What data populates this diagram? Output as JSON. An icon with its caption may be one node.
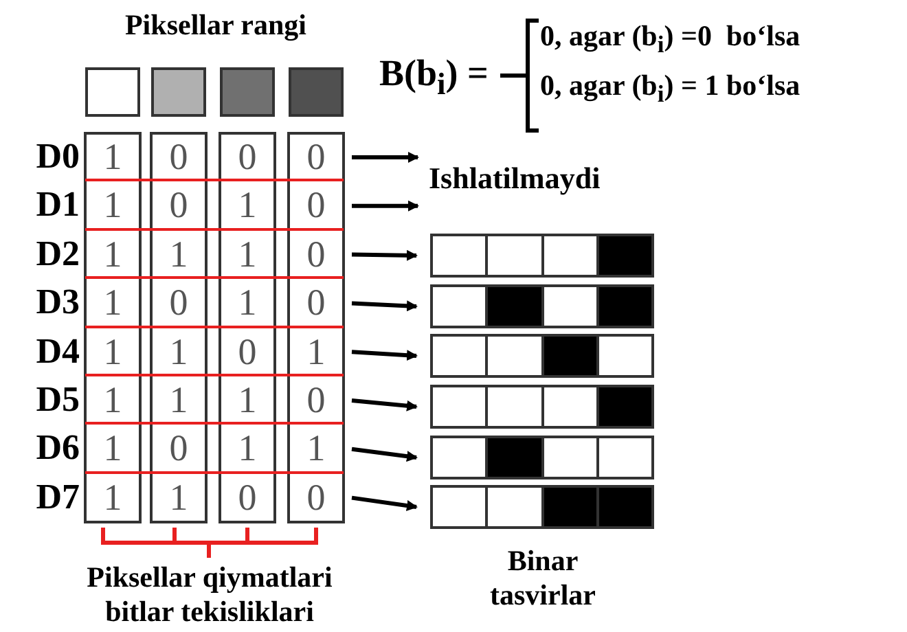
{
  "diagram": {
    "nodes": [
      {
        "text": [
          "1",
          "0",
          "0",
          "0"
        ],
        "beside": [
          "D0"
        ]
      },
      {
        "text": [
          "1",
          "0",
          "1",
          "0"
        ],
        "beside": [
          "D1"
        ]
      },
      {
        "text": [
          "1",
          "1",
          "1",
          "0"
        ],
        "beside": [
          "D2"
        ]
      },
      {
        "text": [
          "1",
          "0",
          "1",
          "0"
        ],
        "beside": [
          "D3"
        ]
      },
      {
        "text": [
          "1",
          "1",
          "0",
          "1"
        ],
        "beside": [
          "D4"
        ]
      },
      {
        "text": [
          "1",
          "1",
          "1",
          "0"
        ],
        "beside": [
          "D5"
        ]
      },
      {
        "text": [
          "1",
          "0",
          "1",
          "1"
        ],
        "beside": [
          "D6"
        ]
      },
      {
        "text": [
          "1",
          "1",
          "0",
          "0"
        ],
        "beside": [
          "D7"
        ]
      },
      {
        "text": [
          "Ishlatilmaydi"
        ]
      },
      {
        "text": [],
        "shape": "bar"
      },
      {
        "text": [],
        "shape": "bar"
      },
      {
        "text": [],
        "shape": "bar"
      },
      {
        "text": [],
        "shape": "bar"
      },
      {
        "text": [],
        "shape": "bar"
      },
      {
        "text": [],
        "shape": "bar"
      }
    ],
    "edges": [
      {
        "from": 0,
        "to": 8,
        "arrow": "to"
      },
      {
        "from": 1,
        "to": 8,
        "arrow": "to"
      },
      {
        "from": 2,
        "to": 9,
        "arrow": "to"
      },
      {
        "from": 3,
        "to": 10,
        "arrow": "to"
      },
      {
        "from": 4,
        "to": 11,
        "arrow": "to"
      },
      {
        "from": 5,
        "to": 12,
        "arrow": "to"
      },
      {
        "from": 6,
        "to": 13,
        "arrow": "to"
      },
      {
        "from": 7,
        "to": 14,
        "arrow": "to"
      }
    ],
    "labels": [
      "Piksellar rangi",
      "B(b$_{i}$) =",
      "0, agar (b$_{i}$) =0  bo‘lsa",
      "0, agar (b$_{i}$) = 1 bo‘lsa",
      "Piksellar qiymatlari bitlar tekisliklari",
      "Binar tasvirlar"
    ]
  }
}
